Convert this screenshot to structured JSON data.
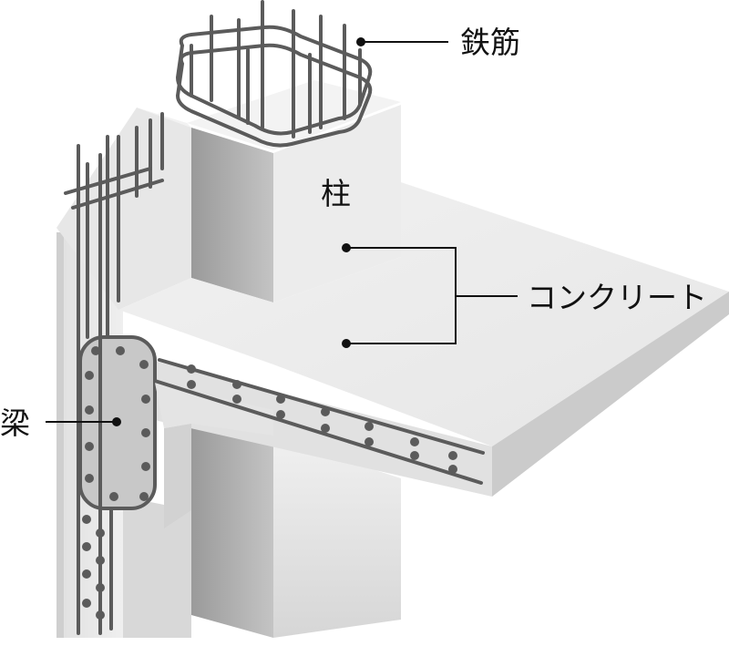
{
  "labels": {
    "rebar": "鉄筋",
    "column": "柱",
    "concrete": "コンクリート",
    "beam": "梁"
  },
  "colors": {
    "background": "#ffffff",
    "rebar": "#5b5b5b",
    "leader": "#111111"
  }
}
